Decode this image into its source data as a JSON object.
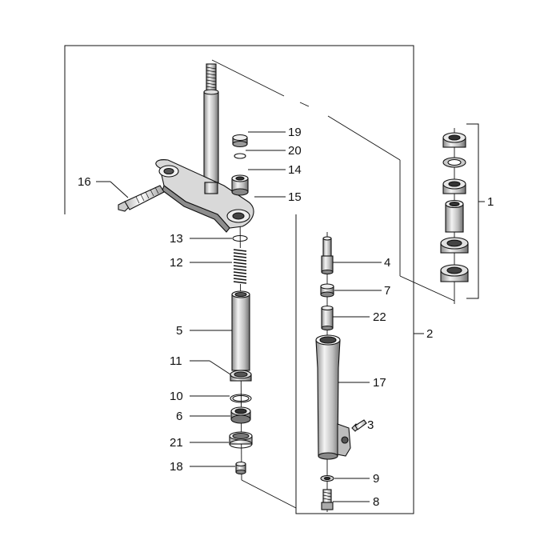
{
  "diagram": {
    "kind": "exploded-parts-view",
    "labels": {
      "p1": "1",
      "p2": "2",
      "p3": "3",
      "p4": "4",
      "p5": "5",
      "p6": "6",
      "p7": "7",
      "p8": "8",
      "p9": "9",
      "p10": "10",
      "p11": "11",
      "p12": "12",
      "p13": "13",
      "p14": "14",
      "p15": "15",
      "p16": "16",
      "p17": "17",
      "p18": "18",
      "p19": "19",
      "p20": "20",
      "p21": "21",
      "p22": "22"
    },
    "colors": {
      "ink": "#111111",
      "fill_light": "#f2f2f2",
      "fill_mid": "#cfcfcf",
      "fill_dark": "#6a6a6a"
    }
  }
}
